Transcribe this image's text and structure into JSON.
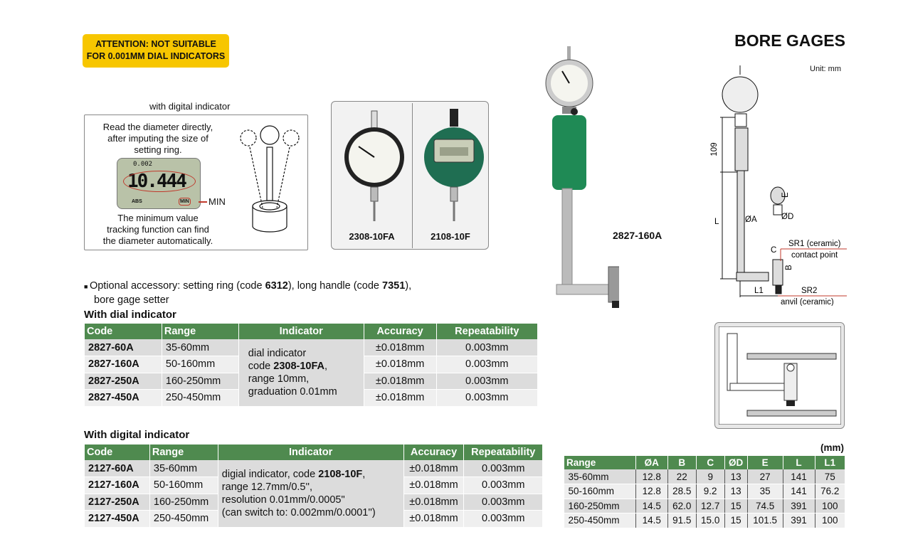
{
  "attention": [
    "ATTENTION: NOT SUITABLE",
    "FOR 0.001MM DIAL INDICATORS"
  ],
  "title": "BORE GAGES",
  "unit": "Unit: mm",
  "digital_box": {
    "caption": "with digital indicator",
    "text_top": [
      "Read the diameter directly,",
      "after imputing the size of",
      "setting ring."
    ],
    "lcd_value": "10.444",
    "lcd_small": "0.002",
    "lcd_abs": "ABS",
    "lcd_min": "MIN",
    "min_label": "MIN",
    "text_bottom": [
      "The minimum value",
      "tracking function can find",
      "the diameter automatically."
    ]
  },
  "indicators": [
    {
      "code": "2308-10FA"
    },
    {
      "code": "2108-10F"
    }
  ],
  "product_label": "2827-160A",
  "accessory": {
    "prefix": "Optional accessory: setting ring (code ",
    "code1": "6312",
    "mid": "), long handle (code ",
    "code2": "7351",
    "suffix": "),",
    "line2": "bore gage setter"
  },
  "dial_table": {
    "heading": "With dial indicator",
    "columns": [
      "Code",
      "Range",
      "Indicator",
      "Accuracy",
      "Repeatability"
    ],
    "indicator_text": {
      "l1": "dial indicator",
      "l2a": "code ",
      "l2b": "2308-10FA",
      "l2c": ",",
      "l3": "range 10mm,",
      "l4": "graduation 0.01mm"
    },
    "rows": [
      [
        "2827-60A",
        "35-60mm",
        "±0.018mm",
        "0.003mm"
      ],
      [
        "2827-160A",
        "50-160mm",
        "±0.018mm",
        "0.003mm"
      ],
      [
        "2827-250A",
        "160-250mm",
        "±0.018mm",
        "0.003mm"
      ],
      [
        "2827-450A",
        "250-450mm",
        "±0.018mm",
        "0.003mm"
      ]
    ]
  },
  "digital_table": {
    "heading": "With digital indicator",
    "columns": [
      "Code",
      "Range",
      "Indicator",
      "Accuracy",
      "Repeatability"
    ],
    "indicator_text": {
      "l1a": "digial indicator, code ",
      "l1b": "2108-10F",
      "l1c": ",",
      "l2": "range 12.7mm/0.5'',",
      "l3": "resolution 0.01mm/0.0005\"",
      "l4": "(can switch to: 0.002mm/0.0001'')"
    },
    "rows": [
      [
        "2127-60A",
        "35-60mm",
        "±0.018mm",
        "0.003mm"
      ],
      [
        "2127-160A",
        "50-160mm",
        "±0.018mm",
        "0.003mm"
      ],
      [
        "2127-250A",
        "160-250mm",
        "±0.018mm",
        "0.003mm"
      ],
      [
        "2127-450A",
        "250-450mm",
        "±0.018mm",
        "0.003mm"
      ]
    ]
  },
  "dim_table": {
    "unit": "(mm)",
    "columns": [
      "Range",
      "ØA",
      "B",
      "C",
      "ØD",
      "E",
      "L",
      "L1"
    ],
    "rows": [
      [
        "35-60mm",
        "12.8",
        "22",
        "9",
        "13",
        "27",
        "141",
        "75"
      ],
      [
        "50-160mm",
        "12.8",
        "28.5",
        "9.2",
        "13",
        "35",
        "141",
        "76.2"
      ],
      [
        "160-250mm",
        "14.5",
        "62.0",
        "12.7",
        "15",
        "74.5",
        "391",
        "100"
      ],
      [
        "250-450mm",
        "14.5",
        "91.5",
        "15.0",
        "15",
        "101.5",
        "391",
        "100"
      ]
    ]
  },
  "diagram": {
    "dim_109": "109",
    "L": "L",
    "A": "ØA",
    "E": "E",
    "D": "ØD",
    "C": "C",
    "B": "B",
    "L1": "L1",
    "sr1": "SR1 (ceramic)",
    "sr1b": "contact point",
    "sr2": "SR2",
    "sr2b": "anvil (ceramic)"
  },
  "colors": {
    "green": "#4f8a4f",
    "yellow": "#f7c600"
  }
}
